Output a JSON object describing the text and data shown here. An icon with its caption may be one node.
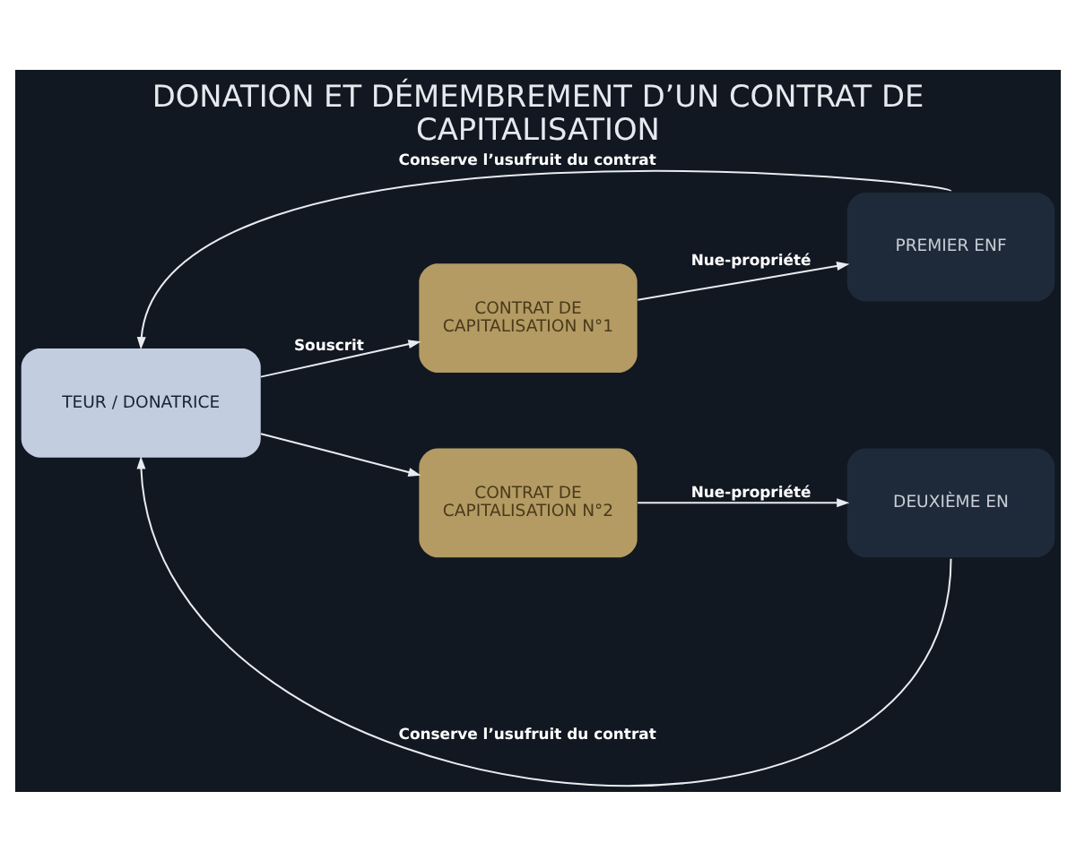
{
  "diagram": {
    "title": "DONATION ET DÉMEMBREMENT D’UN CONTRAT DE CAPITALISATION",
    "nodes": [
      {
        "text": [
          "TEUR / DONATRICE"
        ]
      },
      {
        "text": [
          "CONTRAT DE CAPITALISATION N°1"
        ]
      },
      {
        "text": [
          "CONTRAT DE CAPITALISATION N°2"
        ]
      },
      {
        "text": [
          "PREMIER ENF"
        ]
      },
      {
        "text": [
          "DEUXIÈME EN"
        ]
      }
    ],
    "edges": [
      {
        "from": 0,
        "to": 1,
        "label": "Souscrit",
        "arrow": "to"
      },
      {
        "from": 0,
        "to": 2,
        "arrow": "to"
      },
      {
        "from": 1,
        "to": 3,
        "label": "Nue-propriété",
        "arrow": "to"
      },
      {
        "from": 2,
        "to": 4,
        "label": "Nue-propriété",
        "arrow": "to"
      },
      {
        "from": 3,
        "to": 0,
        "label": "Conserve l’usufruit du contrat",
        "arrow": "to"
      },
      {
        "from": 4,
        "to": 0,
        "label": "Conserve l’usufruit du contrat",
        "arrow": "to"
      }
    ]
  }
}
